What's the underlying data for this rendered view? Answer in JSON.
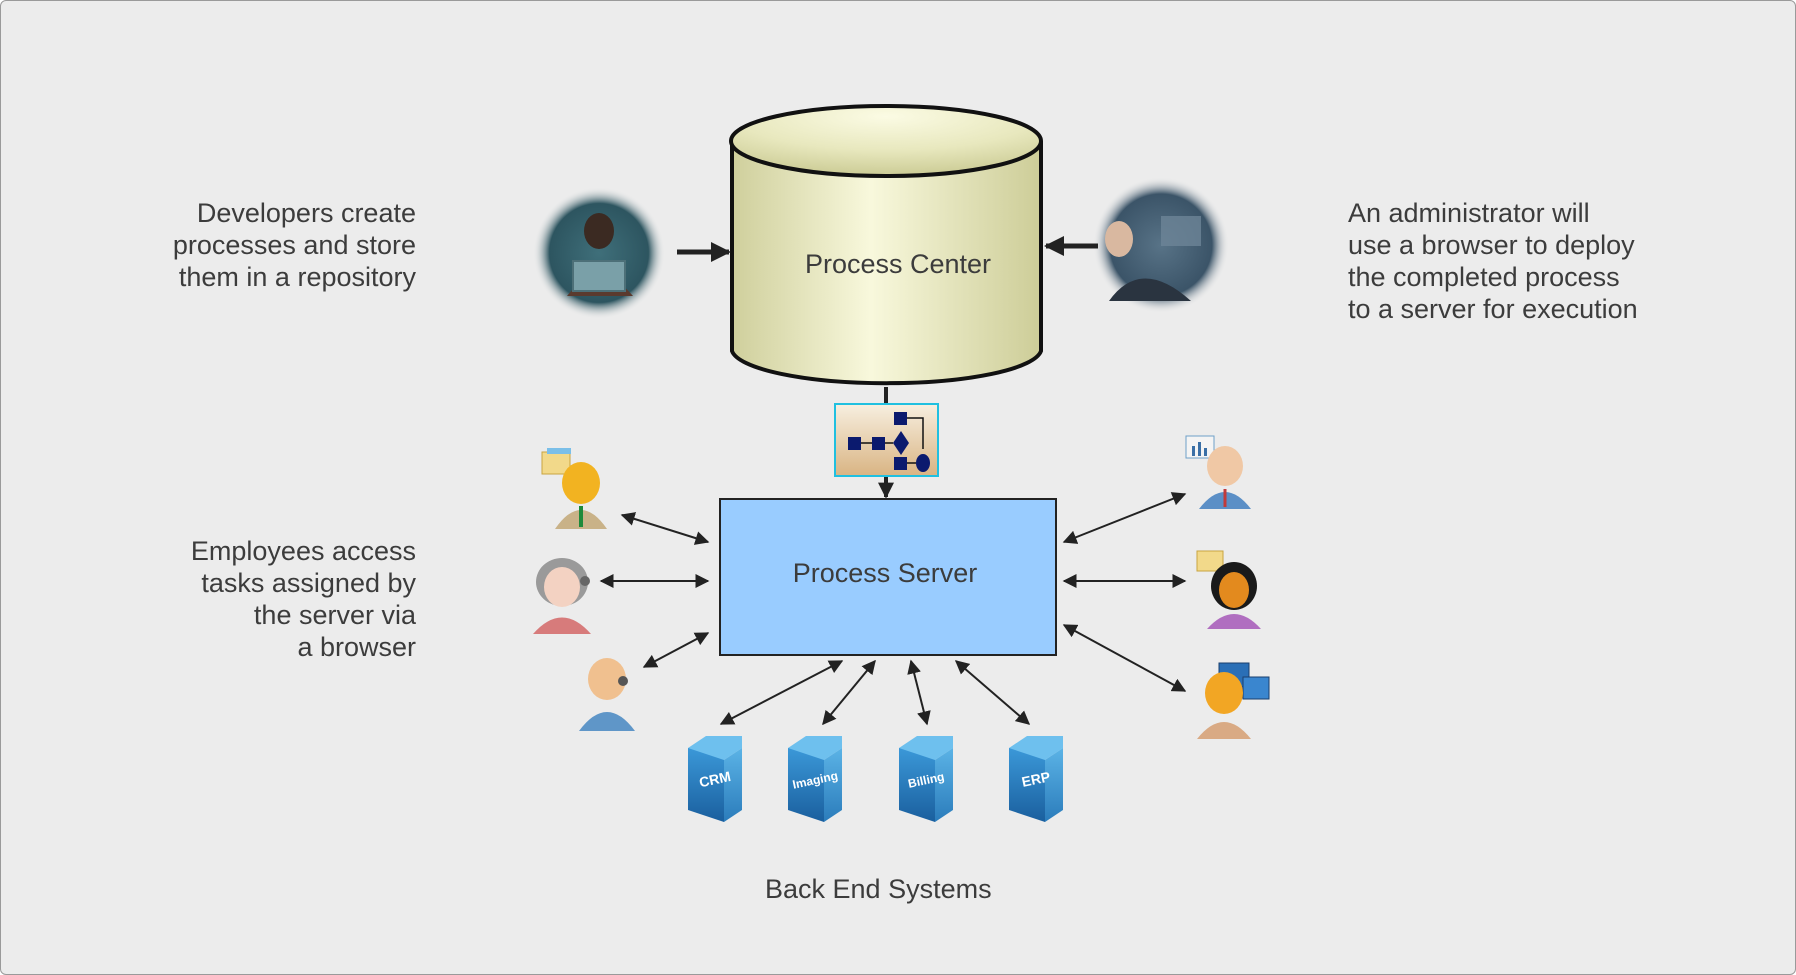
{
  "developers_caption": [
    "Developers create",
    "processes and store",
    "them in a repository"
  ],
  "administrator_caption": [
    "An administrator will",
    "use a browser to deploy",
    "the completed process",
    "to a server for execution"
  ],
  "employees_caption": [
    "Employees access",
    "tasks assigned by",
    "the server via",
    "a browser"
  ],
  "process_center_label": "Process Center",
  "process_server_label": "Process Server",
  "backend_caption": "Back End Systems",
  "backend_systems": [
    {
      "name": "CRM"
    },
    {
      "name": "Imaging"
    },
    {
      "name": "Billing"
    },
    {
      "name": "ERP"
    }
  ],
  "colors": {
    "background": "#ececec",
    "text": "#3c3c3c",
    "process_server_fill": "#99ccff",
    "process_center_fill": "#e6e6b8",
    "server_cube": "#2a7fc0"
  },
  "icons": {
    "developer": "developer-photo-icon",
    "administrator": "administrator-photo-icon",
    "process_model": "process-model-icon",
    "users": [
      "employee-icon",
      "user-icon"
    ]
  }
}
